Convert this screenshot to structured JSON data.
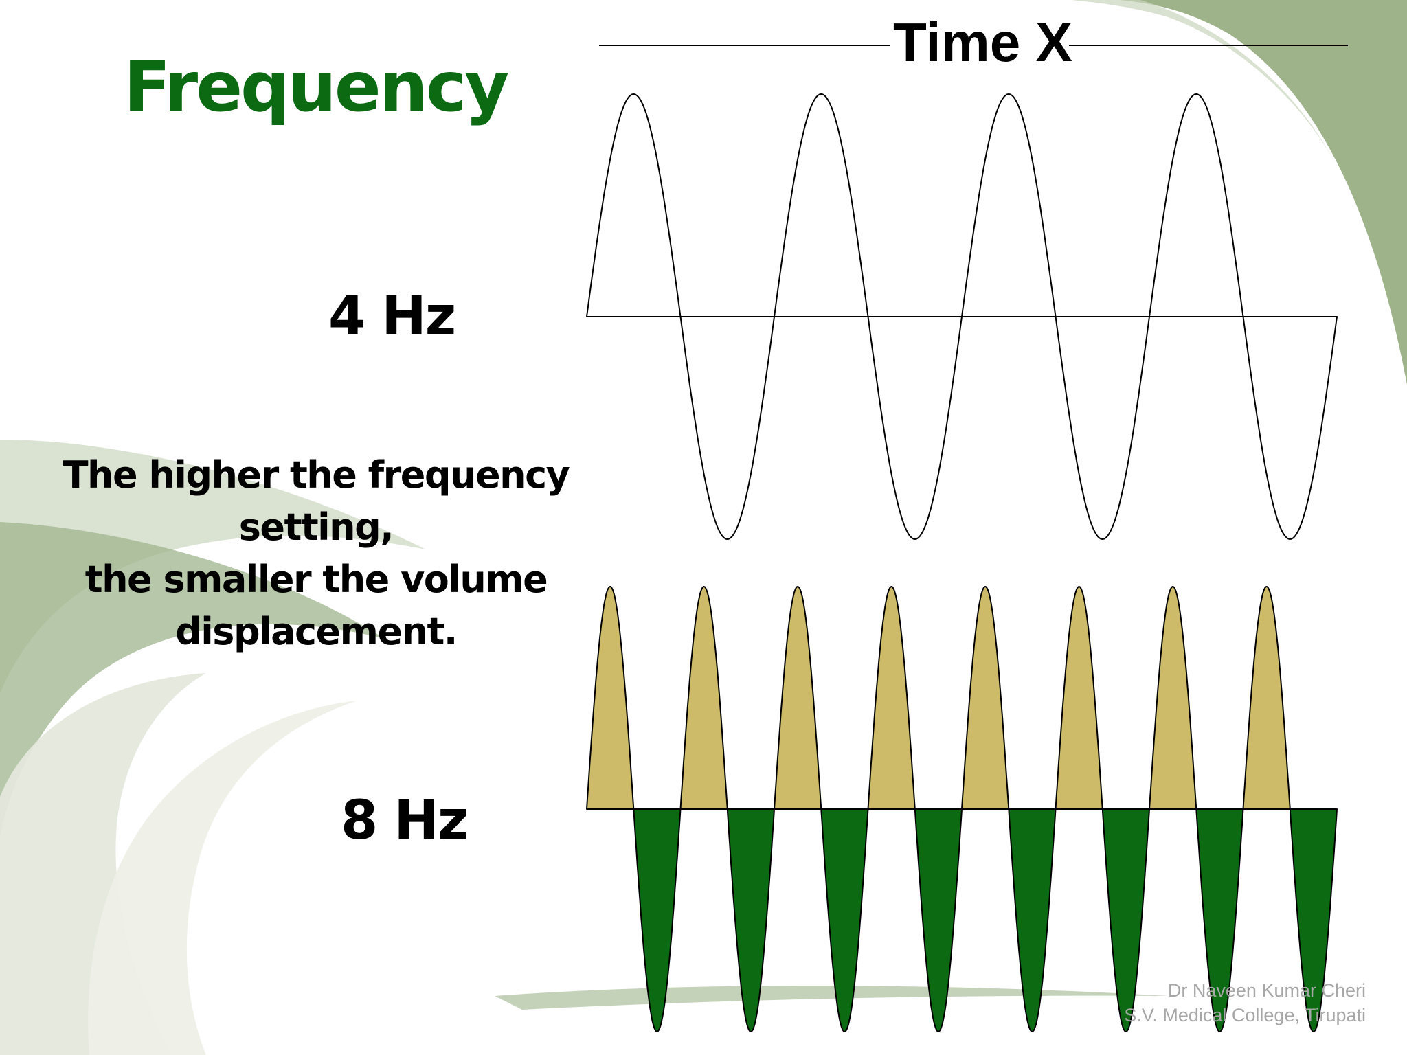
{
  "slide": {
    "title": "Frequency",
    "time_axis_label": "Time X",
    "waves": [
      {
        "label": "4 Hz",
        "cycles": 4,
        "fill_positive": "none",
        "fill_negative": "none"
      },
      {
        "label": "8 Hz",
        "cycles": 8,
        "fill_positive": "#cdbb6a",
        "fill_negative": "#0b6a12"
      }
    ],
    "statement": [
      "The higher the frequency setting,",
      "the smaller the volume",
      "displacement."
    ],
    "credit": [
      "Dr Naveen Kumar Cheri",
      "S.V. Medical College, Tirupati"
    ]
  },
  "colors": {
    "title_green": "#0b6a12",
    "wave_positive": "#cdbb6a",
    "wave_negative": "#0b6a12",
    "decor_green": "#8da676",
    "credit_grey": "#a7a7a7"
  }
}
